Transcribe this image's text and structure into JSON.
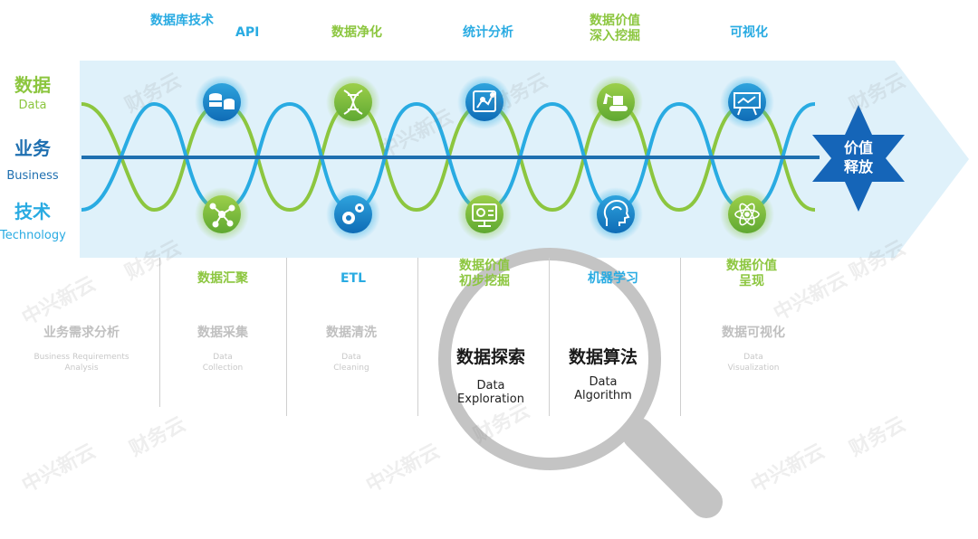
{
  "top_stages": [
    "数据库技术",
    "API",
    "数据净化",
    "统计分析",
    "数据价值\n深入挖掘",
    "可视化"
  ],
  "side": {
    "data_cn": "数据",
    "data_en": "Data",
    "business_cn": "业务",
    "business_en": "Business",
    "tech_cn": "技术",
    "tech_en": "Technology"
  },
  "star_text": "价值\n释放",
  "columns": [
    {
      "title": "数据汇聚",
      "cn": "数据采集",
      "en": "Data\nCollection"
    },
    {
      "title": "ETL",
      "cn": "数据清洗",
      "en": "Data\nCleaning"
    },
    {
      "title": "数据价值\n初步挖掘",
      "cn": "",
      "en": ""
    },
    {
      "title": "机器学习",
      "cn": "",
      "en": ""
    },
    {
      "title": "数据价值\n呈现",
      "cn": "数据可视化",
      "en": "Data\nVisualization"
    }
  ],
  "left_column": {
    "cn": "业务需求分析",
    "en": "Business Requirements\nAnalysis"
  },
  "magnifier": {
    "left_cn": "数据探索",
    "left_en": "Data\nExploration",
    "right_cn": "数据算法",
    "right_en": "Data\nAlgorithm"
  },
  "watermark": {
    "brand1": "中兴新云",
    "brand2": "财务云"
  },
  "colors": {
    "blue": "#29abe2",
    "green": "#8cc63f",
    "band": "#dff1fa",
    "axis": "#1e6fb0",
    "star": "#1565b8"
  },
  "icons": [
    "database-icon",
    "dna-icon",
    "chart-analysis-icon",
    "excavator-icon",
    "presentation-board-icon",
    "network-nodes-icon",
    "gears-icon",
    "monitor-chart-icon",
    "head-brain-icon",
    "atom-icon"
  ]
}
